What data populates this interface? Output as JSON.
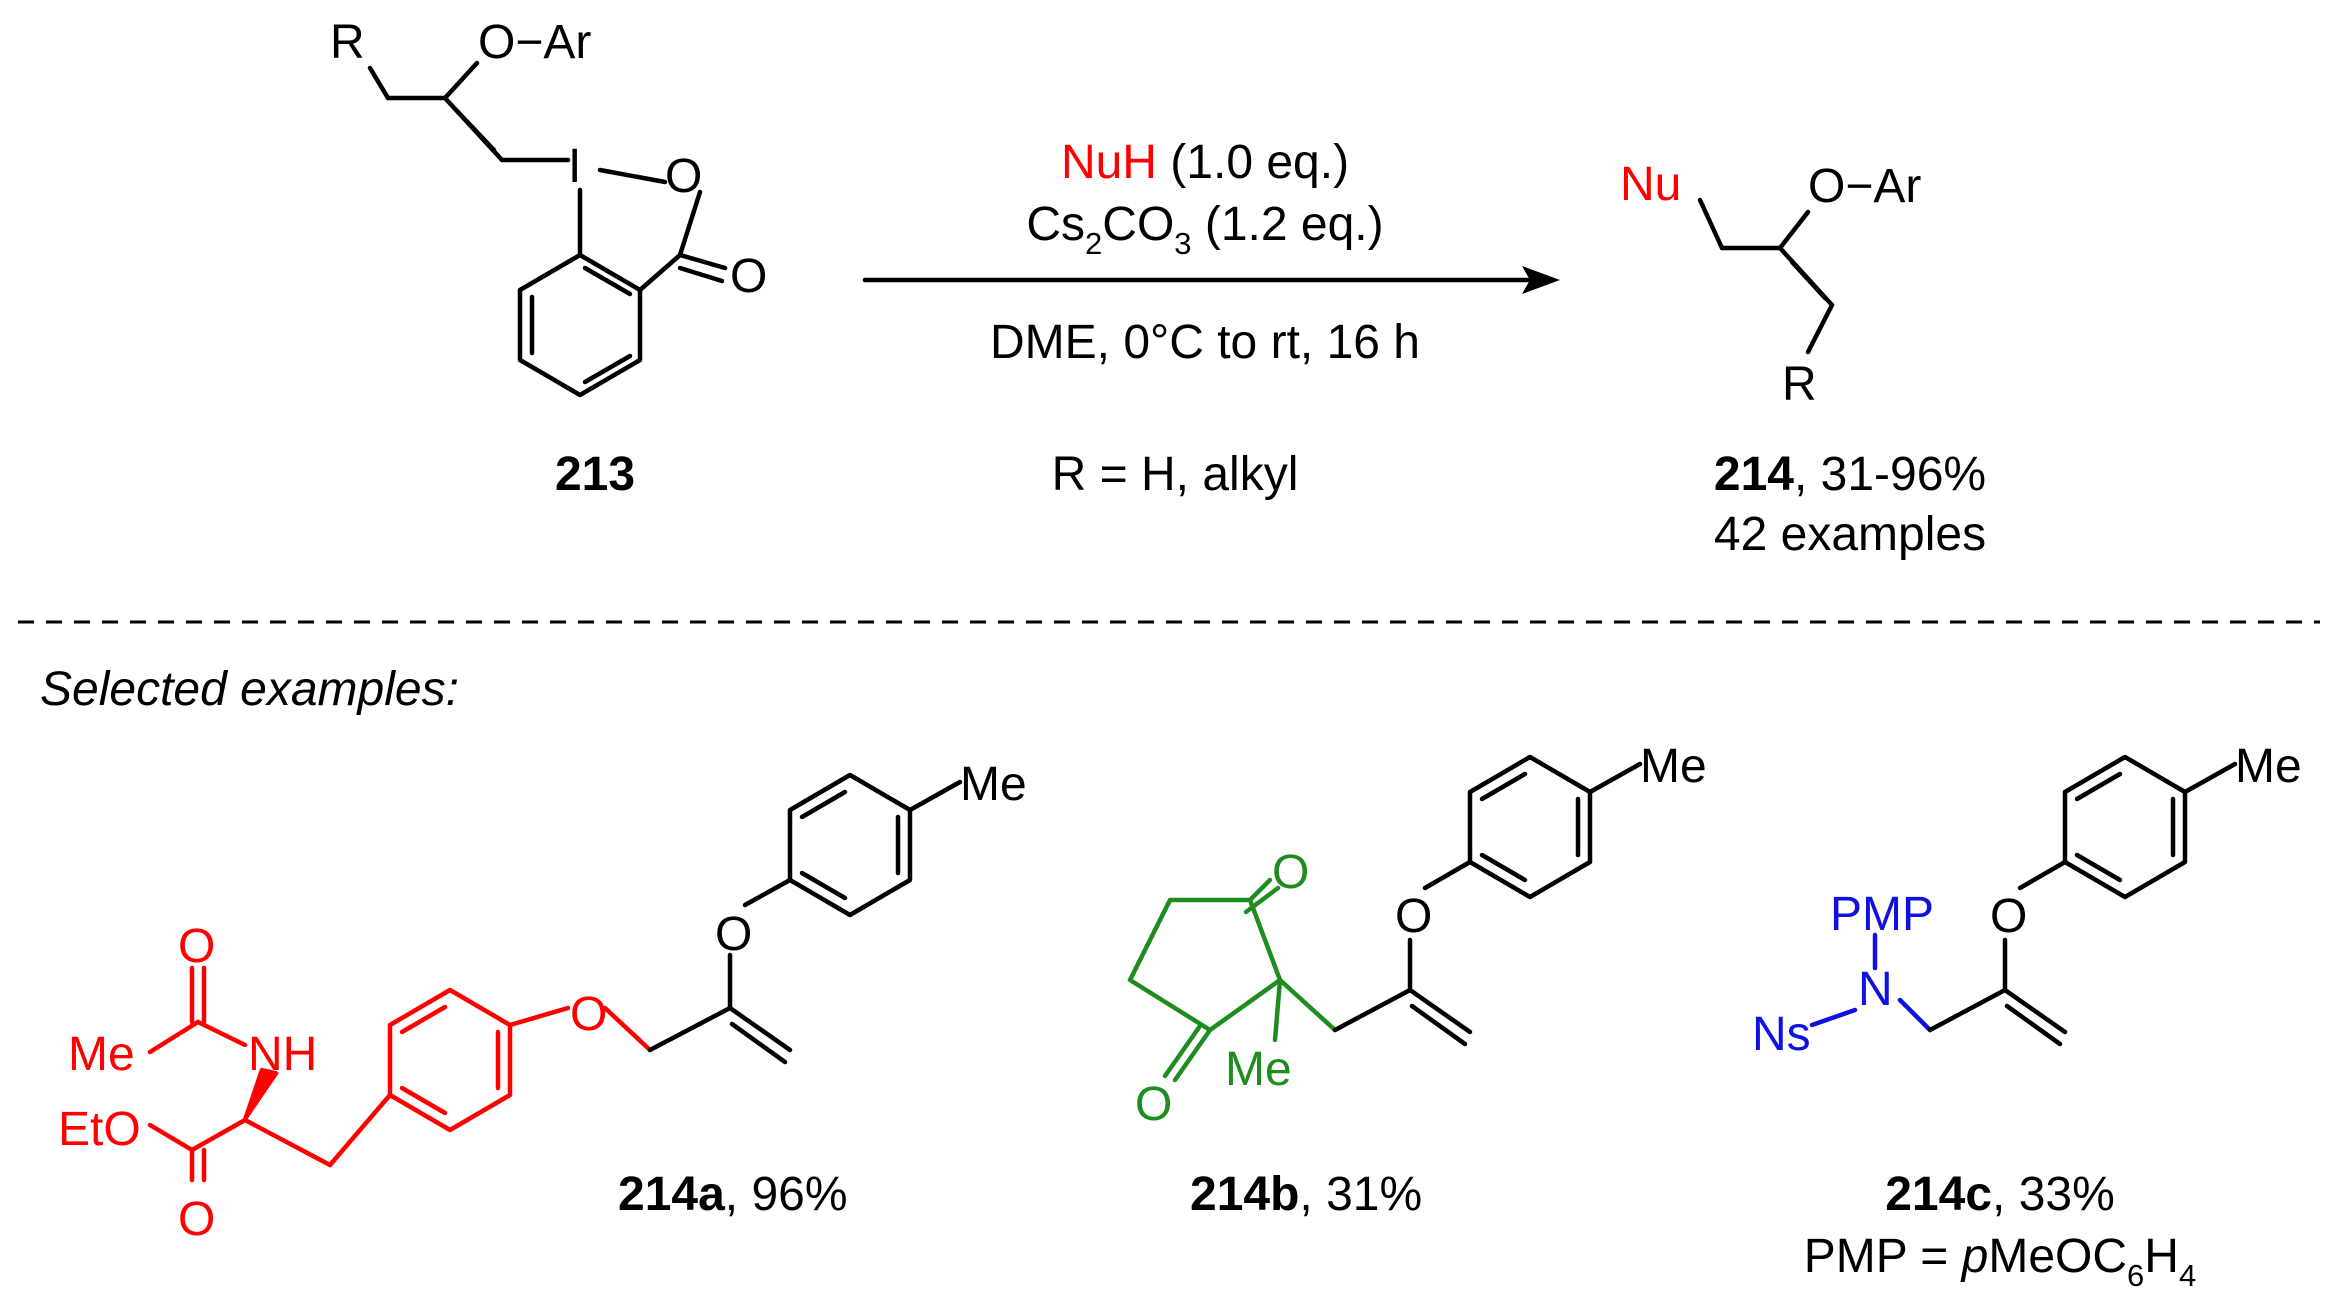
{
  "reaction": {
    "reactant": {
      "label": "213",
      "atoms": {
        "r": "R",
        "o_ar": "O−Ar",
        "iodine": "I",
        "ring_o": "O",
        "carbonyl_o": "O"
      }
    },
    "conditions": {
      "nucleophile": "NuH",
      "nucleophile_eq": " (1.0 eq.)",
      "base_prefix": "Cs",
      "base_sub1": "2",
      "base_mid": "CO",
      "base_sub2": "3",
      "base_eq": " (1.2 eq.)",
      "solvent_temp_time": "DME, 0°C to rt, 16 h",
      "scope_note": "R = H, alkyl"
    },
    "product": {
      "label": "214",
      "yield_range": ", 31-96%",
      "examples_count": "42 examples",
      "atoms": {
        "nu": "Nu",
        "o_ar": "O−Ar",
        "r": "R"
      }
    }
  },
  "selected": {
    "heading": "Selected examples:",
    "examples": [
      {
        "label": "214a",
        "yield": ", 96%",
        "atoms": {
          "ketone_o": "O",
          "me": "Me",
          "nh": "NH",
          "eto": "EtO",
          "ester_o": "O",
          "ether_o": "O",
          "aryl_o": "O",
          "para_me": "Me"
        }
      },
      {
        "label": "214b",
        "yield": ", 31%",
        "atoms": {
          "o_top": "O",
          "o_bottom": "O",
          "me": "Me",
          "aryl_o": "O",
          "para_me": "Me"
        }
      },
      {
        "label": "214c",
        "yield": ", 33%",
        "note_prefix": "PMP = ",
        "note_italic": "p",
        "note_formula": "MeOC",
        "note_sub1": "6",
        "note_h": "H",
        "note_sub2": "4",
        "atoms": {
          "pmp": "PMP",
          "n": "N",
          "ns": "Ns",
          "aryl_o": "O",
          "para_me": "Me"
        }
      }
    ]
  },
  "colors": {
    "nucleophile_214a": "#ff0000",
    "nucleophile_214b": "#1e8c1e",
    "nucleophile_214c": "#1010e0",
    "default": "#000000"
  }
}
